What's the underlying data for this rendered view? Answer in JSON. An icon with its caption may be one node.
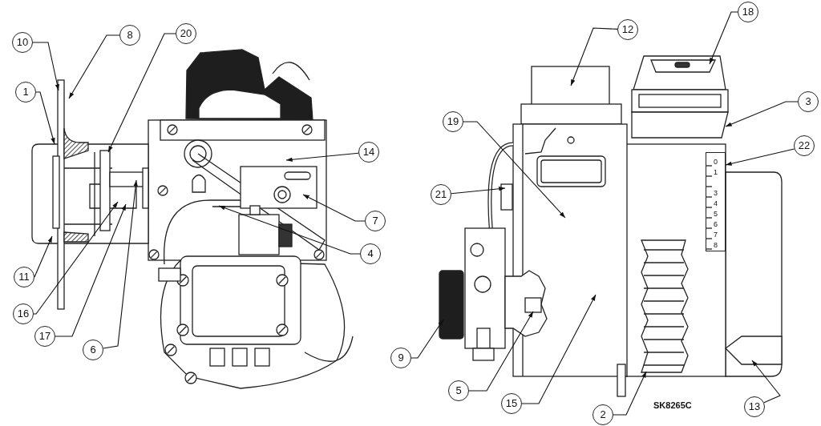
{
  "diagram": {
    "nodes": [
      {
        "text": [
          "10"
        ]
      },
      {
        "text": [
          "8"
        ]
      },
      {
        "text": [
          "20"
        ]
      },
      {
        "text": [
          "1"
        ]
      },
      {
        "text": [
          "11"
        ]
      },
      {
        "text": [
          "16"
        ]
      },
      {
        "text": [
          "17"
        ]
      },
      {
        "text": [
          "6"
        ]
      },
      {
        "text": [
          "14"
        ]
      },
      {
        "text": [
          "7"
        ]
      },
      {
        "text": [
          "4"
        ]
      },
      {
        "text": [
          "19"
        ]
      },
      {
        "text": [
          "12"
        ]
      },
      {
        "text": [
          "18"
        ]
      },
      {
        "text": [
          "3"
        ]
      },
      {
        "text": [
          "22"
        ]
      },
      {
        "text": [
          "21"
        ]
      },
      {
        "text": [
          "9"
        ]
      },
      {
        "text": [
          "5"
        ]
      },
      {
        "text": [
          "15"
        ]
      },
      {
        "text": [
          "2"
        ]
      },
      {
        "text": [
          "13"
        ]
      },
      {
        "text": [],
        "shape": "box"
      }
    ],
    "edges": [
      {
        "from": 0,
        "to": null,
        "arrow": "to"
      },
      {
        "from": 1,
        "to": null,
        "arrow": "to"
      },
      {
        "from": 2,
        "to": null,
        "arrow": "to"
      },
      {
        "from": 3,
        "to": null,
        "arrow": "to"
      },
      {
        "from": 4,
        "to": null,
        "arrow": "to"
      },
      {
        "from": 5,
        "to": null,
        "arrow": "to"
      },
      {
        "from": 6,
        "to": null,
        "arrow": "to"
      },
      {
        "from": 7,
        "to": null,
        "arrow": "to"
      },
      {
        "from": 8,
        "to": null,
        "arrow": "to"
      },
      {
        "from": 9,
        "to": null,
        "arrow": "to"
      },
      {
        "from": 10,
        "to": null,
        "arrow": "to"
      },
      {
        "from": 11,
        "to": null,
        "arrow": "to"
      },
      {
        "from": 12,
        "to": null,
        "arrow": "to"
      },
      {
        "from": 13,
        "to": null,
        "arrow": "to"
      },
      {
        "from": 14,
        "to": null,
        "arrow": "to"
      },
      {
        "from": 15,
        "to": 22,
        "arrow": "to"
      },
      {
        "from": 16,
        "to": null,
        "arrow": "to"
      },
      {
        "from": 17,
        "to": null,
        "arrow": "to"
      },
      {
        "from": 18,
        "to": null,
        "arrow": "to"
      },
      {
        "from": 19,
        "to": null,
        "arrow": "to"
      },
      {
        "from": 20,
        "to": null,
        "arrow": "to"
      },
      {
        "from": 21,
        "to": null,
        "arrow": "to"
      }
    ],
    "labels": [
      "0",
      "1",
      "3",
      "4",
      "5",
      "6",
      "7",
      "8",
      "SK8265C"
    ]
  }
}
